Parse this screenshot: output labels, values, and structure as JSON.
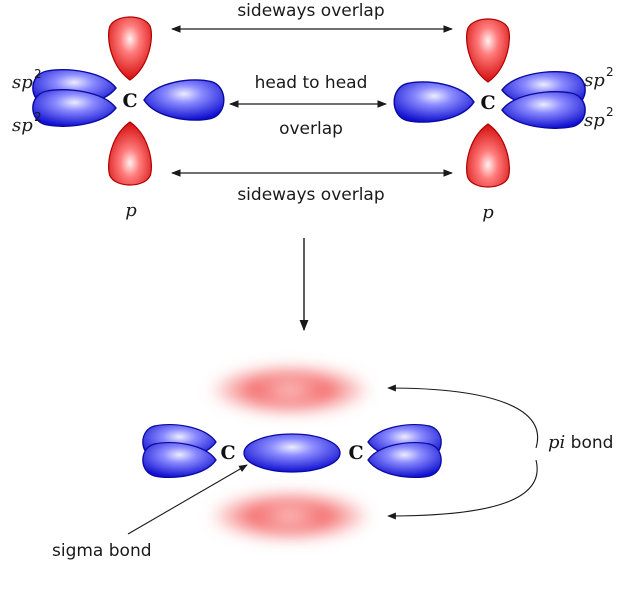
{
  "labels": {
    "sideways_overlap_top": "sideways overlap",
    "head_to_head": "head to head",
    "overlap": "overlap",
    "sideways_overlap_bottom": "sideways overlap",
    "carbon": "C",
    "sp": "sp",
    "sp_exponent": "2",
    "p_orbital": "p",
    "pi_italic": "pi",
    "pi_bond_rest": " bond",
    "sigma_bond": "sigma bond"
  },
  "colors": {
    "sp_lobe": "#2020e0",
    "sp_lobe_light": "#b8b8ff",
    "p_lobe": "#e01818",
    "p_lobe_light": "#ffc0c0",
    "pi_cloud": "#f06060",
    "text": "#1a1a1a"
  }
}
